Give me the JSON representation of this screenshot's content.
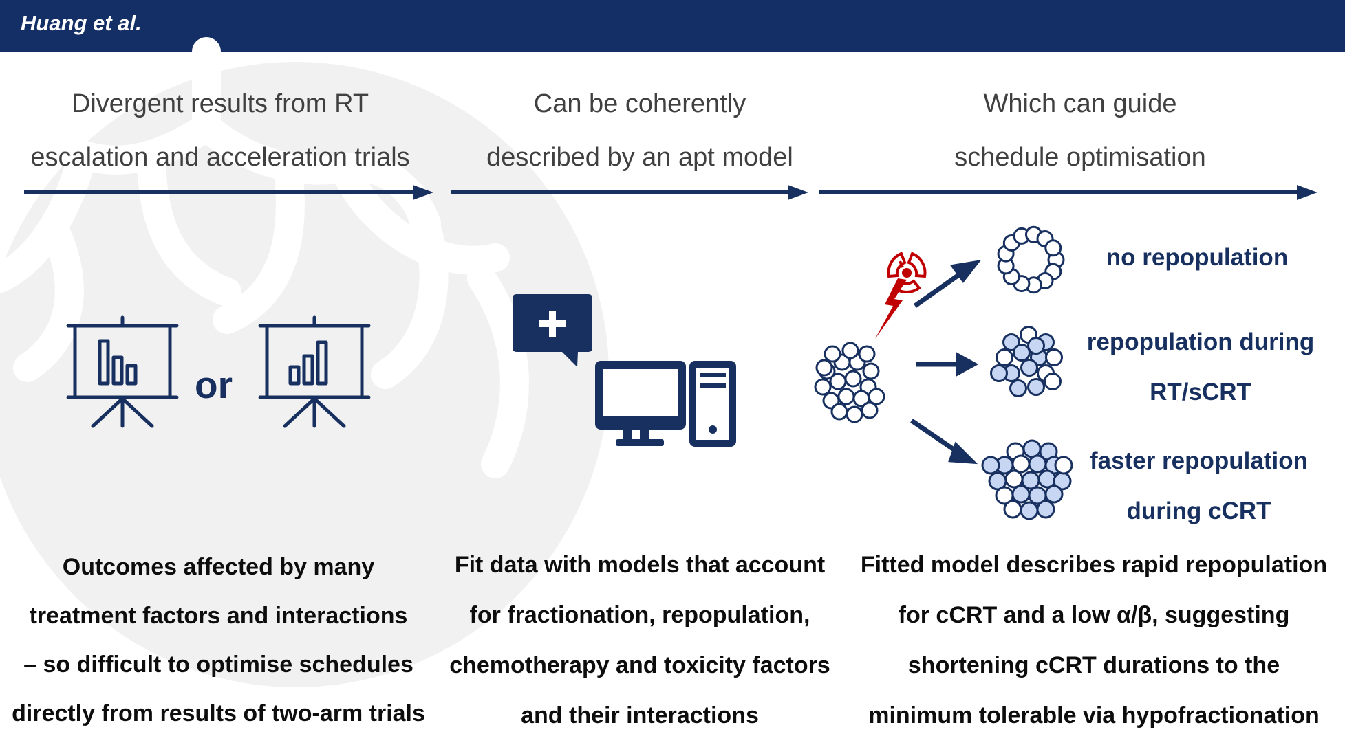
{
  "header": {
    "title": "Huang et al."
  },
  "columns": [
    {
      "heading_lines": [
        "Divergent results from RT",
        "escalation and acceleration trials"
      ],
      "body_lines": [
        "Outcomes affected by many",
        "treatment factors and interactions",
        "– so difficult to optimise schedules",
        "directly from results of two-arm trials"
      ]
    },
    {
      "heading_lines": [
        "Can be coherently",
        "described by an apt model"
      ],
      "body_lines": [
        "Fit data with models that account",
        "for fractionation, repopulation,",
        "chemotherapy and toxicity factors",
        "and their interactions"
      ]
    },
    {
      "heading_lines": [
        "Which can guide",
        "schedule optimisation"
      ],
      "body_lines": [
        "Fitted model describes rapid repopulation",
        "for cCRT and a low α/β, suggesting",
        "shortening cCRT durations to the",
        "minimum tolerable via hypofractionation"
      ]
    }
  ],
  "or_label": "or",
  "outcomes": {
    "no_repop": "no repopulation",
    "repop_rt_lines": [
      "repopulation during",
      "RT/sCRT"
    ],
    "faster_repop_lines": [
      "faster repopulation",
      "during cCRT"
    ]
  },
  "icons": {
    "presentation": "presentation-board-icon",
    "computer": "desktop-computer-icon",
    "chat_plus": "chat-plus-icon",
    "radiation": "radiation-hazard-icon",
    "lightning": "lightning-bolt-icon"
  },
  "colors": {
    "header_bg": "#142f66",
    "navy": "#17305f",
    "heading_gray": "#404040",
    "cell_fill": "#c7d6f2",
    "hazard_red": "#c00000",
    "watermark": "#f1f1f1"
  }
}
